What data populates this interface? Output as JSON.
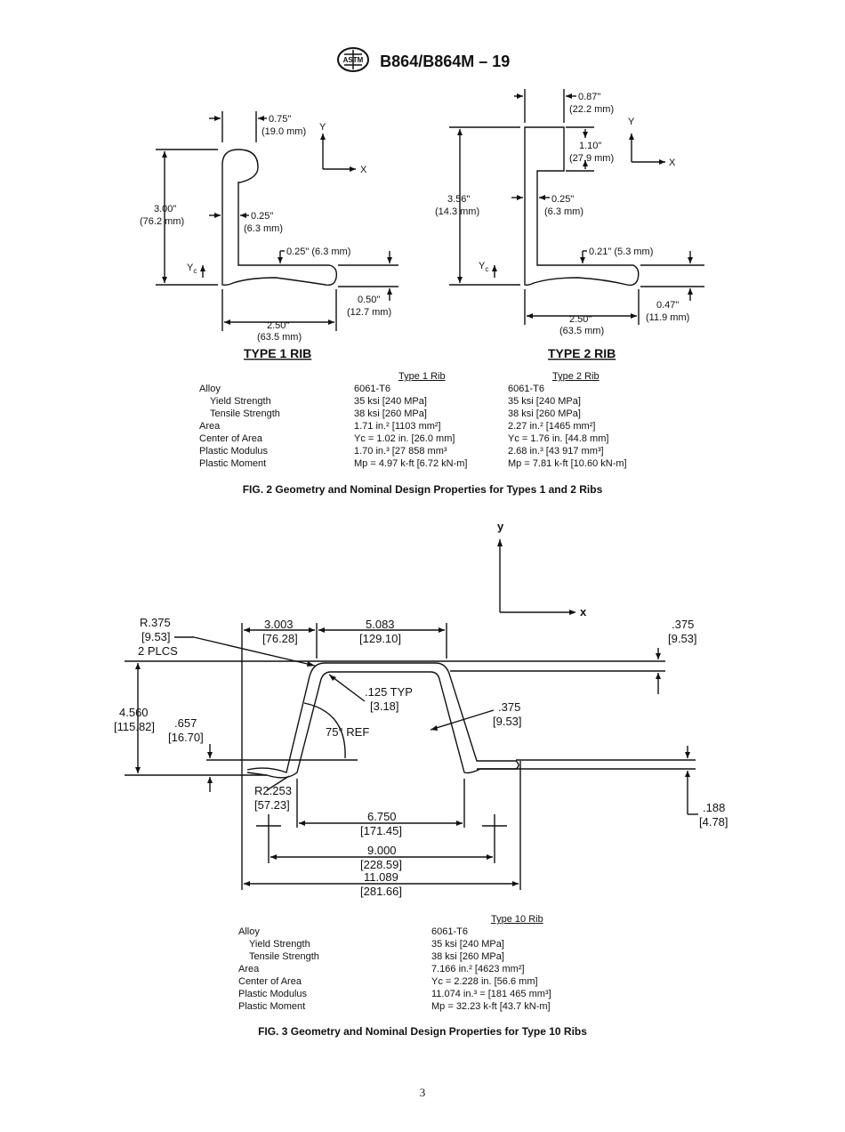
{
  "header": {
    "logo": "ASTM",
    "designation": "B864/B864M – 19"
  },
  "fig2": {
    "type1": {
      "title": "TYPE 1 RIB",
      "dims": {
        "top_width": "0.75\"",
        "top_width_mm": "(19.0 mm)",
        "height": "3.00\"",
        "height_mm": "(76.2 mm)",
        "web": "0.25\"",
        "web_mm": "(6.3 mm)",
        "flange": "0.25\" (6.3 mm)",
        "bottom": "0.50\"",
        "bottom_mm": "(12.7 mm)",
        "width": "2.50\"",
        "width_mm": "(63.5 mm)"
      }
    },
    "type2": {
      "title": "TYPE 2 RIB",
      "dims": {
        "top_width": "0.87\"",
        "top_width_mm": "(22.2 mm)",
        "lip": "1.10\"",
        "lip_mm": "(27.9 mm)",
        "height": "3.56\"",
        "height_mm": "(14.3 mm)",
        "web": "0.25\"",
        "web_mm": "(6.3 mm)",
        "flange": "0.21\" (5.3 mm)",
        "bottom": "0.47\"",
        "bottom_mm": "(11.9 mm)",
        "width": "2.50\"",
        "width_mm": "(63.5 mm)"
      }
    },
    "axis_y": "Y",
    "axis_x": "X",
    "yc": "Y",
    "yc_sub": "c",
    "table": {
      "col1": "Type 1 Rib",
      "col2": "Type 2 Rib",
      "rows": [
        {
          "label": "Alloy",
          "v1": "6061-T6",
          "v2": "6061-T6"
        },
        {
          "label": "Yield Strength",
          "v1": "35 ksi [240 MPa]",
          "v2": "35 ksi [240 MPa]"
        },
        {
          "label": "Tensile Strength",
          "v1": "38 ksi [260 MPa]",
          "v2": "38 ksi [260 MPa]"
        },
        {
          "label": "Area",
          "v1": "1.71 in.²   [1103 mm²]",
          "v2": "2.27 in.²  [1465 mm²]"
        },
        {
          "label": "Center of Area",
          "v1": "Yc = 1.02 in. [26.0 mm]",
          "v2": "Yc = 1.76 in. [44.8 mm]"
        },
        {
          "label": "Plastic Modulus",
          "v1": "1.70 in.³   [27 858 mm³",
          "v2": "2.68 in.³  [43 917 mm³]"
        },
        {
          "label": "Plastic Moment",
          "v1": "Mp = 4.97 k-ft  [6.72 kN-m]",
          "v2": "Mp = 7.81 k-ft  [10.60 kN-m]"
        }
      ]
    },
    "caption": "FIG. 2  Geometry and Nominal Design Properties for Types 1 and 2 Ribs"
  },
  "fig3": {
    "axis_y": "y",
    "axis_x": "x",
    "dims": {
      "r375": "R.375",
      "r375_mm": "[9.53]",
      "plcs": "2 PLCS",
      "d3003": "3.003",
      "d3003_mm": "[76.28]",
      "d5083": "5.083",
      "d5083_mm": "[129.10]",
      "t375": ".375",
      "t375_mm": "[9.53]",
      "h4560": "4.560",
      "h4560_mm": "[115.82]",
      "h657": ".657",
      "h657_mm": "[16.70]",
      "typ125": ".125  TYP",
      "typ125_mm": "[3.18]",
      "ang": "75° REF",
      "w375": ".375",
      "w375_mm": "[9.53]",
      "r2253": "R2.253",
      "r2253_mm": "[57.23]",
      "d6750": "6.750",
      "d6750_mm": "[171.45]",
      "d9000": "9.000",
      "d9000_mm": "[228.59]",
      "d11089": "11.089",
      "d11089_mm": "[281.66]",
      "d188": ".188",
      "d188_mm": "[4.78]"
    },
    "table": {
      "col": "Type 10 Rib",
      "rows": [
        {
          "label": "Alloy",
          "v": "6061-T6"
        },
        {
          "label": "Yield Strength",
          "v": "35 ksi [240 MPa]"
        },
        {
          "label": "Tensile Strength",
          "v": "38 ksi [260 MPa]"
        },
        {
          "label": "Area",
          "v": "7.166 in.² [4623 mm²]"
        },
        {
          "label": "Center of Area",
          "v": "Yc = 2.228 in. [56.6 mm]"
        },
        {
          "label": "Plastic Modulus",
          "v": "11.074 in.³ =  [181 465 mm³]"
        },
        {
          "label": "Plastic Moment",
          "v": "Mp = 32.23 k-ft  [43.7 kN-m]"
        }
      ]
    },
    "caption": "FIG. 3  Geometry and Nominal Design Properties for Type 10 Ribs"
  },
  "page_number": "3"
}
